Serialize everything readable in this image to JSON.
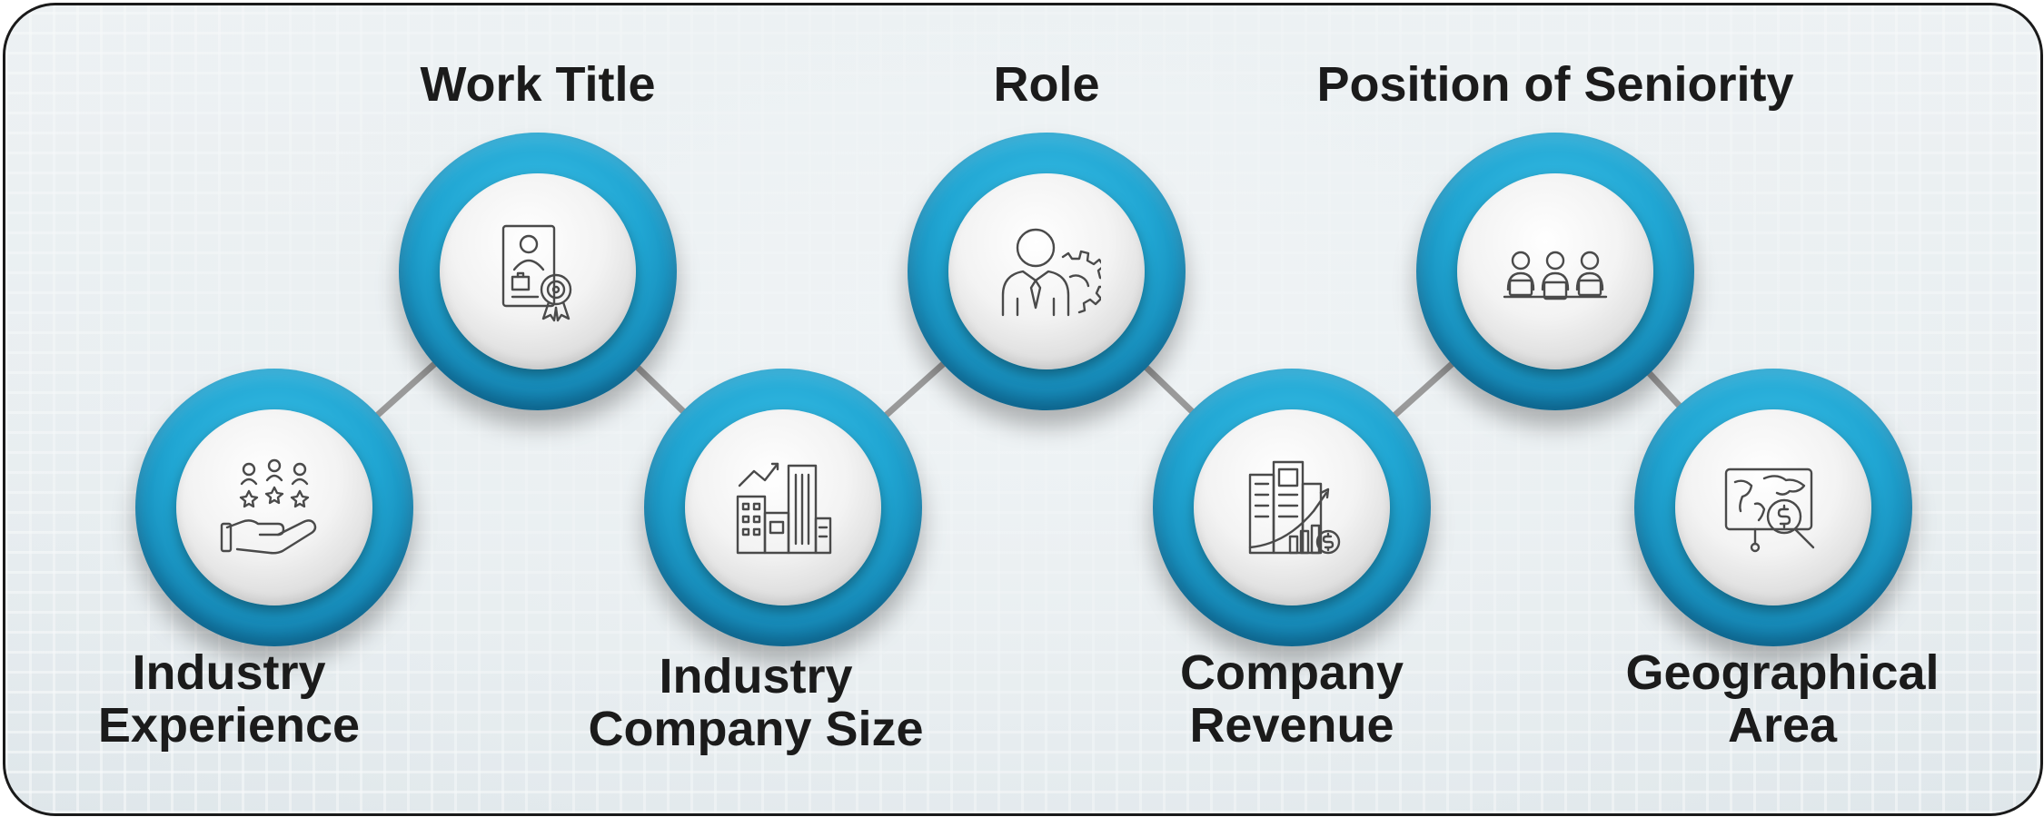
{
  "diagram": {
    "nodes": [
      {
        "id": "work-title",
        "label_lines": [
          "Work Title"
        ],
        "icon": "certificate-icon"
      },
      {
        "id": "role",
        "label_lines": [
          "Role"
        ],
        "icon": "person-gear-icon"
      },
      {
        "id": "position-of-seniority",
        "label_lines": [
          "Position of Seniority"
        ],
        "icon": "team-icon"
      },
      {
        "id": "industry-experience",
        "label_lines": [
          "Industry",
          "Experience"
        ],
        "icon": "hand-people-stars-icon"
      },
      {
        "id": "industry-company-size",
        "label_lines": [
          "Industry",
          "Company Size"
        ],
        "icon": "city-buildings-icon"
      },
      {
        "id": "company-revenue",
        "label_lines": [
          "Company",
          "Revenue"
        ],
        "icon": "building-revenue-icon"
      },
      {
        "id": "geographical-area",
        "label_lines": [
          "Geographical",
          "Area"
        ],
        "icon": "map-search-icon"
      }
    ],
    "colors": {
      "ring": "#20a6d3",
      "ring_dark": "#1585b3",
      "connector": "#9a9a9a",
      "text": "#1b1b1b"
    }
  }
}
